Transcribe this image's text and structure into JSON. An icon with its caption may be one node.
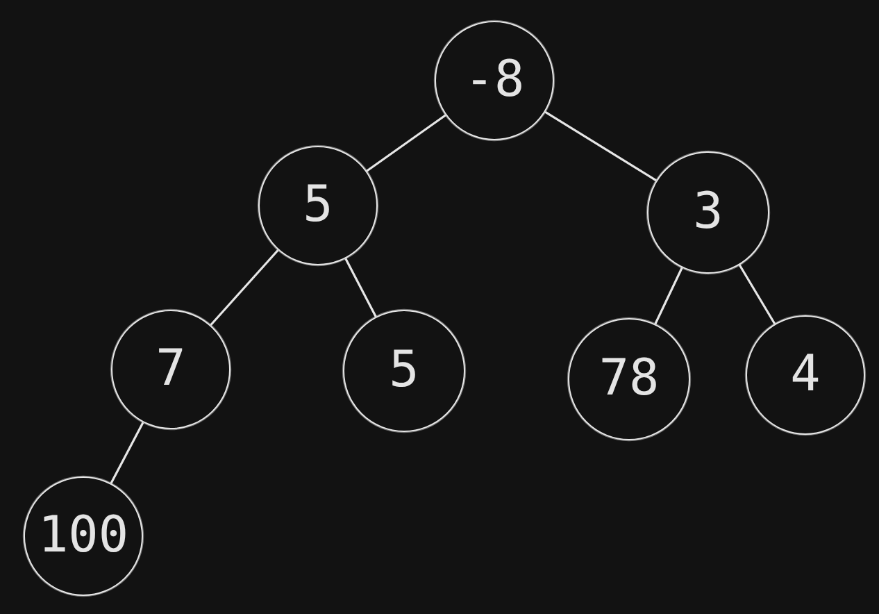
{
  "diagram": {
    "nodes": [
      {
        "text": [
          "-8"
        ]
      },
      {
        "text": [
          "5"
        ]
      },
      {
        "text": [
          "3"
        ]
      },
      {
        "text": [
          "7"
        ]
      },
      {
        "text": [
          "5"
        ]
      },
      {
        "text": [
          "78"
        ]
      },
      {
        "text": [
          "4"
        ]
      },
      {
        "text": [
          "100"
        ]
      }
    ],
    "edges": [
      {
        "from": 0,
        "to": 1,
        "arrow": "none"
      },
      {
        "from": 0,
        "to": 2,
        "arrow": "none"
      },
      {
        "from": 1,
        "to": 3,
        "arrow": "none"
      },
      {
        "from": 1,
        "to": 4,
        "arrow": "none"
      },
      {
        "from": 2,
        "to": 5,
        "arrow": "none"
      },
      {
        "from": 2,
        "to": 6,
        "arrow": "none"
      },
      {
        "from": 3,
        "to": 7,
        "arrow": "none"
      }
    ]
  }
}
